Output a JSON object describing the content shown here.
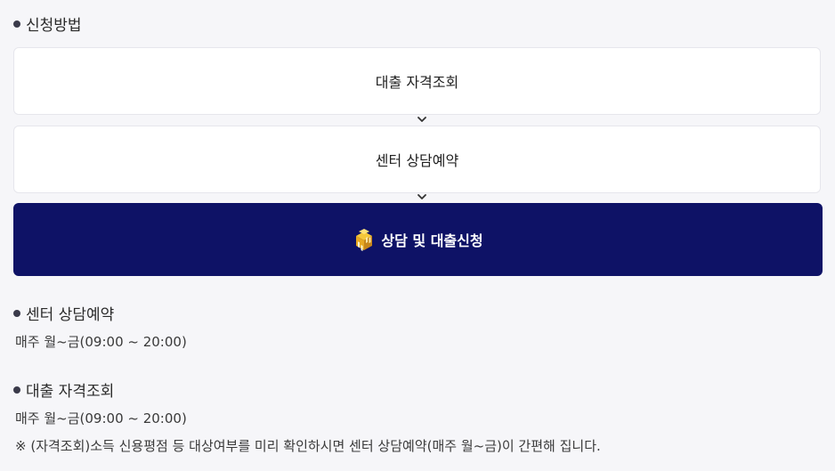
{
  "method_section": {
    "title": "신청방법"
  },
  "steps": [
    {
      "label": "대출 자격조회"
    },
    {
      "label": "센터 상담예약"
    }
  ],
  "apply_button": {
    "label": "상담 및 대출신청",
    "icon": "building-icon"
  },
  "center_reservation": {
    "title": "센터 상담예약",
    "hours": "매주 월~금(09:00 ~ 20:00)"
  },
  "loan_inquiry": {
    "title": "대출 자격조회",
    "hours": "매주 월~금(09:00 ~ 20:00)",
    "note": "※ (자격조회)소득 신용평점 등 대상여부를 미리 확인하시면 센터 상담예약(매주 월~금)이 간편해 집니다."
  },
  "colors": {
    "background": "#f6f6f9",
    "primary_button": "#0e1266",
    "card": "#ffffff"
  }
}
